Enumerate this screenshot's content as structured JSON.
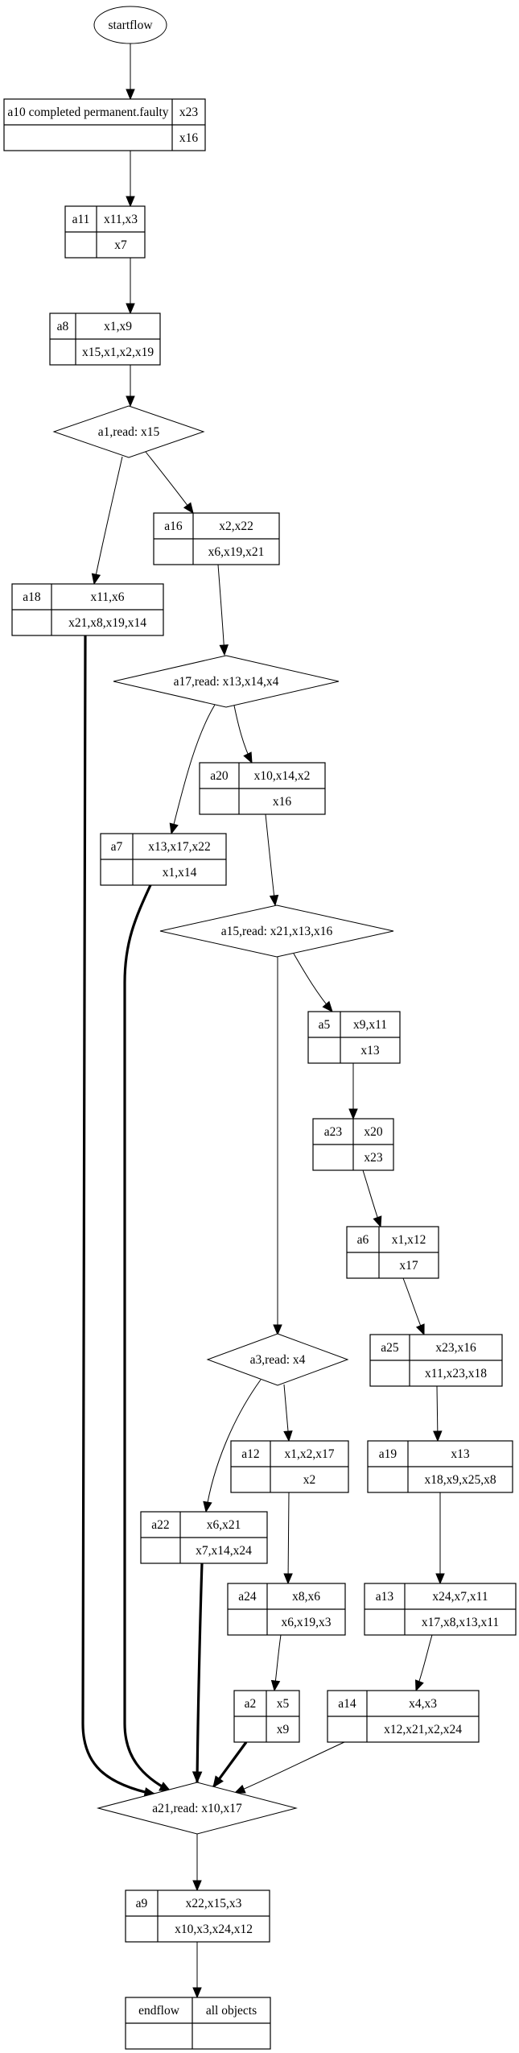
{
  "diagram": {
    "type": "flow-graph",
    "start": {
      "id": "startflow",
      "label": "startflow"
    },
    "end": {
      "id": "endflow",
      "left": "endflow",
      "right": "all objects",
      "right_bottom": ""
    },
    "activities": [
      {
        "id": "a10",
        "name": "a10 completed permanent.faulty",
        "writes": "x23",
        "reads": "x16"
      },
      {
        "id": "a11",
        "name": "a11",
        "writes": "x11,x3",
        "reads": "x7"
      },
      {
        "id": "a8",
        "name": "a8",
        "writes": "x1,x9",
        "reads": "x15,x1,x2,x19"
      },
      {
        "id": "a16",
        "name": "a16",
        "writes": "x2,x22",
        "reads": "x6,x19,x21"
      },
      {
        "id": "a18",
        "name": "a18",
        "writes": "x11,x6",
        "reads": "x21,x8,x19,x14"
      },
      {
        "id": "a20",
        "name": "a20",
        "writes": "x10,x14,x2",
        "reads": "x16"
      },
      {
        "id": "a7",
        "name": "a7",
        "writes": "x13,x17,x22",
        "reads": "x1,x14"
      },
      {
        "id": "a5",
        "name": "a5",
        "writes": "x9,x11",
        "reads": "x13"
      },
      {
        "id": "a23",
        "name": "a23",
        "writes": "x20",
        "reads": "x23"
      },
      {
        "id": "a6",
        "name": "a6",
        "writes": "x1,x12",
        "reads": "x17"
      },
      {
        "id": "a25",
        "name": "a25",
        "writes": "x23,x16",
        "reads": "x11,x23,x18"
      },
      {
        "id": "a12",
        "name": "a12",
        "writes": "x1,x2,x17",
        "reads": "x2"
      },
      {
        "id": "a19",
        "name": "a19",
        "writes": "x13",
        "reads": "x18,x9,x25,x8"
      },
      {
        "id": "a22",
        "name": "a22",
        "writes": "x6,x21",
        "reads": "x7,x14,x24"
      },
      {
        "id": "a24",
        "name": "a24",
        "writes": "x8,x6",
        "reads": "x6,x19,x3"
      },
      {
        "id": "a13",
        "name": "a13",
        "writes": "x24,x7,x11",
        "reads": "x17,x8,x13,x11"
      },
      {
        "id": "a2",
        "name": "a2",
        "writes": "x5",
        "reads": "x9"
      },
      {
        "id": "a14",
        "name": "a14",
        "writes": "x4,x3",
        "reads": "x12,x21,x2,x24"
      },
      {
        "id": "a9",
        "name": "a9",
        "writes": "x22,x15,x3",
        "reads": "x10,x3,x24,x12"
      }
    ],
    "decisions": [
      {
        "id": "a1",
        "label": "a1,read: x15"
      },
      {
        "id": "a17",
        "label": "a17,read: x13,x14,x4"
      },
      {
        "id": "a15",
        "label": "a15,read: x21,x13,x16"
      },
      {
        "id": "a3",
        "label": "a3,read: x4"
      },
      {
        "id": "a21",
        "label": "a21,read: x10,x17"
      }
    ],
    "edges": [
      {
        "from": "startflow",
        "to": "a10",
        "bold": false
      },
      {
        "from": "a10",
        "to": "a11",
        "bold": false
      },
      {
        "from": "a11",
        "to": "a8",
        "bold": false
      },
      {
        "from": "a8",
        "to": "a1",
        "bold": false
      },
      {
        "from": "a1",
        "to": "a18",
        "bold": false
      },
      {
        "from": "a1",
        "to": "a16",
        "bold": false
      },
      {
        "from": "a16",
        "to": "a17",
        "bold": false
      },
      {
        "from": "a17",
        "to": "a7",
        "bold": false
      },
      {
        "from": "a17",
        "to": "a20",
        "bold": false
      },
      {
        "from": "a20",
        "to": "a15",
        "bold": false
      },
      {
        "from": "a15",
        "to": "a3",
        "bold": false
      },
      {
        "from": "a15",
        "to": "a5",
        "bold": false
      },
      {
        "from": "a5",
        "to": "a23",
        "bold": false
      },
      {
        "from": "a23",
        "to": "a6",
        "bold": false
      },
      {
        "from": "a6",
        "to": "a25",
        "bold": false
      },
      {
        "from": "a25",
        "to": "a19",
        "bold": false
      },
      {
        "from": "a19",
        "to": "a13",
        "bold": false
      },
      {
        "from": "a13",
        "to": "a14",
        "bold": false
      },
      {
        "from": "a3",
        "to": "a22",
        "bold": false
      },
      {
        "from": "a3",
        "to": "a12",
        "bold": false
      },
      {
        "from": "a12",
        "to": "a24",
        "bold": false
      },
      {
        "from": "a24",
        "to": "a2",
        "bold": false
      },
      {
        "from": "a18",
        "to": "a21",
        "bold": true
      },
      {
        "from": "a7",
        "to": "a21",
        "bold": true
      },
      {
        "from": "a22",
        "to": "a21",
        "bold": true
      },
      {
        "from": "a2",
        "to": "a21",
        "bold": true
      },
      {
        "from": "a14",
        "to": "a21",
        "bold": false
      },
      {
        "from": "a21",
        "to": "a9",
        "bold": false
      },
      {
        "from": "a9",
        "to": "endflow",
        "bold": false
      }
    ]
  }
}
